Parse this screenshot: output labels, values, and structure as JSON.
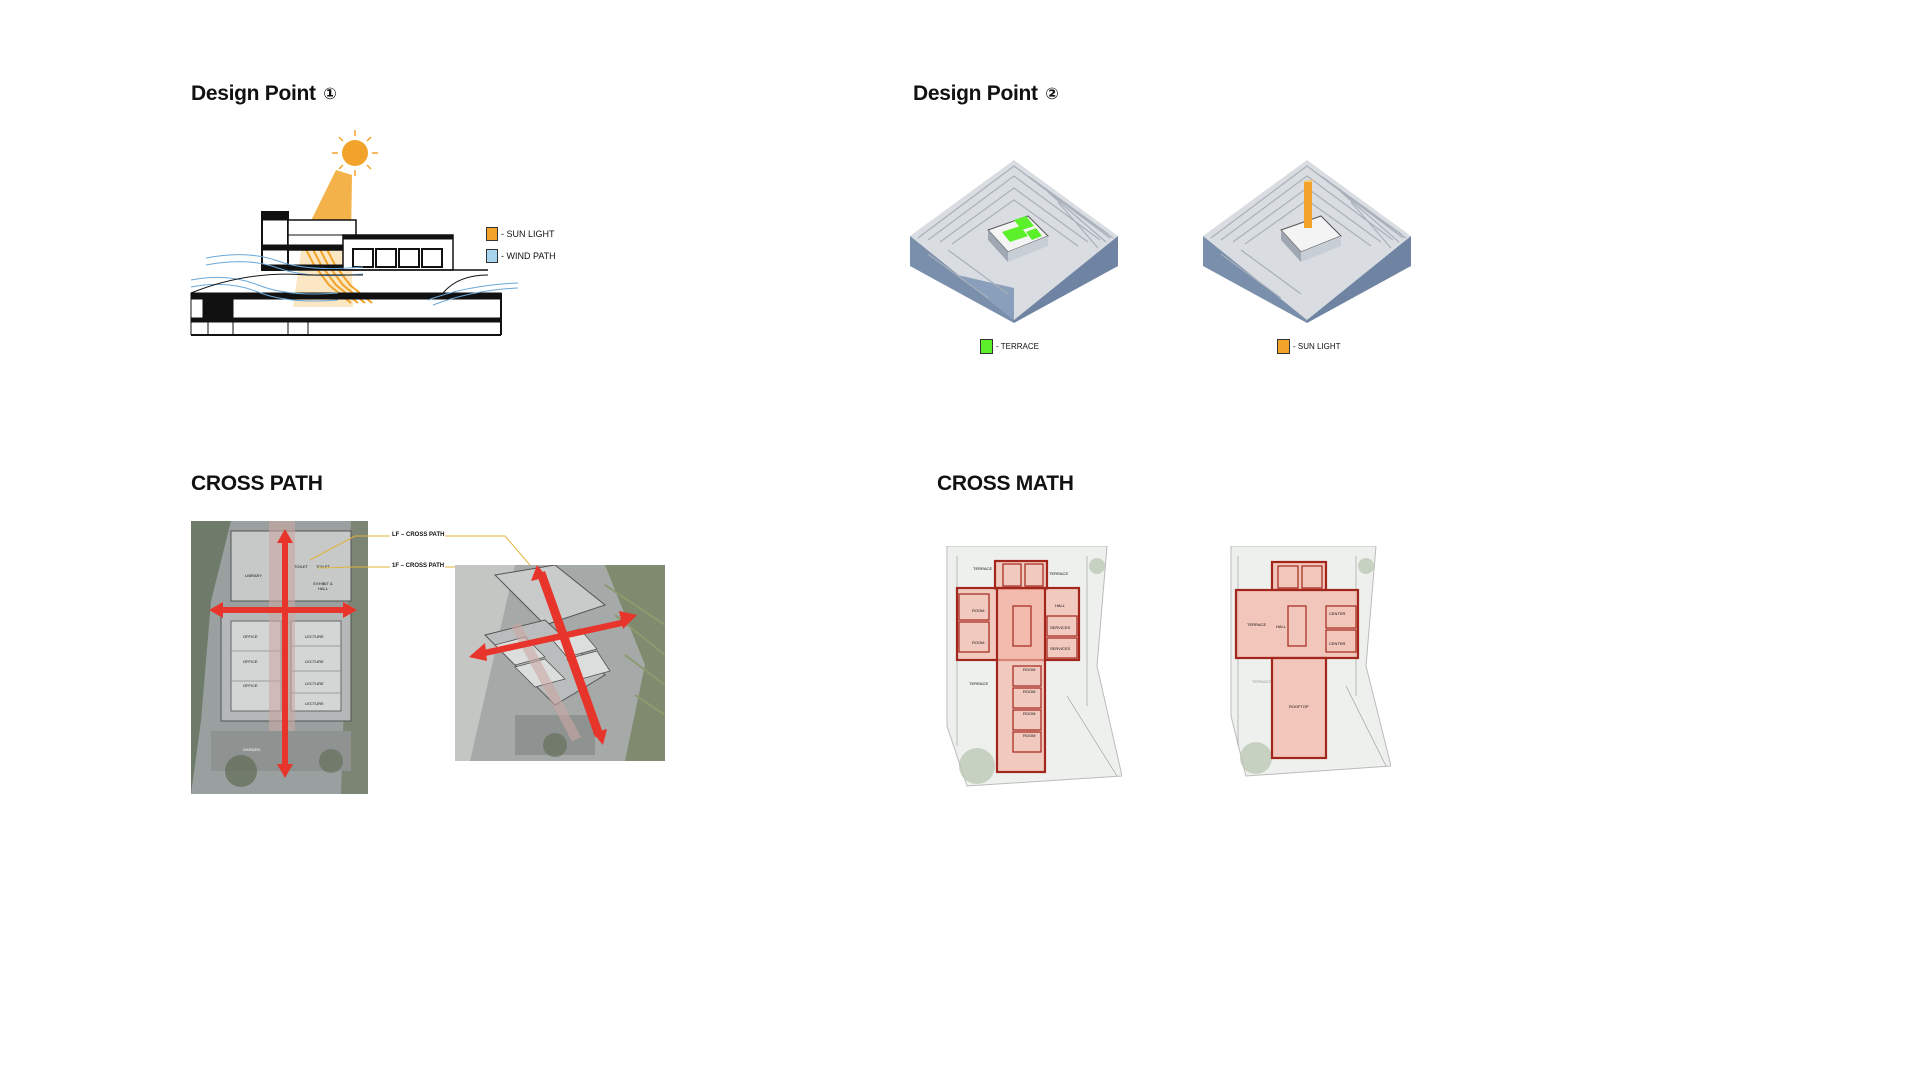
{
  "design_point_1": {
    "title": "Design Point",
    "num": "①",
    "legend": [
      {
        "label": "- SUN LIGHT",
        "color": "#f2a42a"
      },
      {
        "label": "- WIND PATH",
        "color": "#a9d4ef"
      }
    ]
  },
  "design_point_2": {
    "title": "Design Point",
    "num": "②",
    "legend": [
      {
        "label": "- TERRACE",
        "color": "#5cf02b"
      },
      {
        "label": "- SUN LIGHT",
        "color": "#f2a42a"
      }
    ]
  },
  "cross_path": {
    "title": "CROSS PATH",
    "callouts": [
      "LF – CROSS PATH",
      "1F – CROSS PATH"
    ],
    "plan_labels": {
      "library": "LIBRARY",
      "toilet": "TOILET",
      "toilet2": "TOILET",
      "exhibit": "EXHIBIT & HALL",
      "office1": "OFFICE",
      "office2": "OFFICE",
      "office3": "OFFICE",
      "lecture1": "LECTURE",
      "lecture2": "LECTURE",
      "lecture3": "LECTURE",
      "lecture4": "LECTURE",
      "garden": "GARDEN"
    }
  },
  "cross_math": {
    "title": "CROSS MATH",
    "plan1": {
      "terrace_tl": "TERRACE",
      "terrace_tr": "TERRACE",
      "room1": "ROOM",
      "room2": "ROOM",
      "hall": "HALL",
      "services1": "SERVICES",
      "services2": "SERVICES",
      "terrace_bl": "TERRACE",
      "room3": "ROOM",
      "room4": "ROOM",
      "room5": "ROOM",
      "room6": "ROOM"
    },
    "plan2": {
      "terrace": "TERRACE",
      "hall": "HALL",
      "center1": "CENTER",
      "center2": "CENTER",
      "terrace2": "TERRACE",
      "rooftop": "ROOFTOP"
    }
  },
  "colors": {
    "sun": "#f2a42a",
    "wind": "#a9d4ef",
    "terrace": "#5cf02b",
    "arrow": "#e8352b",
    "highlight_fill": "#f3b4a4",
    "highlight_stroke": "#a3261c"
  }
}
